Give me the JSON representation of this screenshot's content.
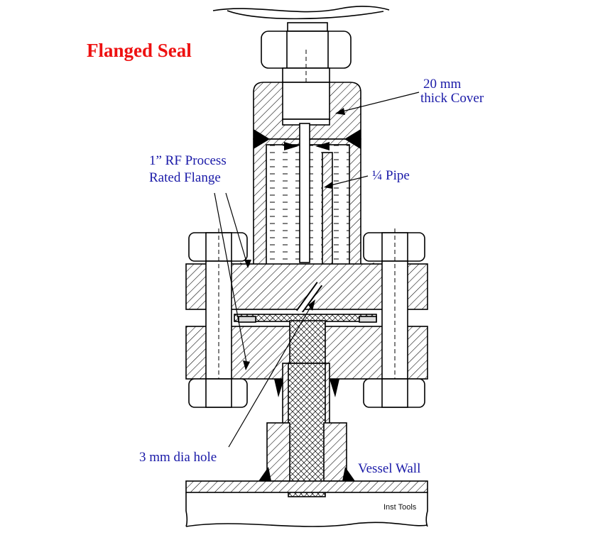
{
  "title": "Flanged Seal",
  "labels": {
    "cover_line1": "20 mm",
    "cover_line2": "thick Cover",
    "flange_line1": "1” RF Process",
    "flange_line2": "Rated Flange",
    "pipe": "¼ Pipe",
    "hole": "3 mm dia hole",
    "vessel": "Vessel Wall"
  },
  "credit": "Inst Tools",
  "colors": {
    "title": "#ee1111",
    "label": "#1a1aa8",
    "outline": "#000000"
  }
}
